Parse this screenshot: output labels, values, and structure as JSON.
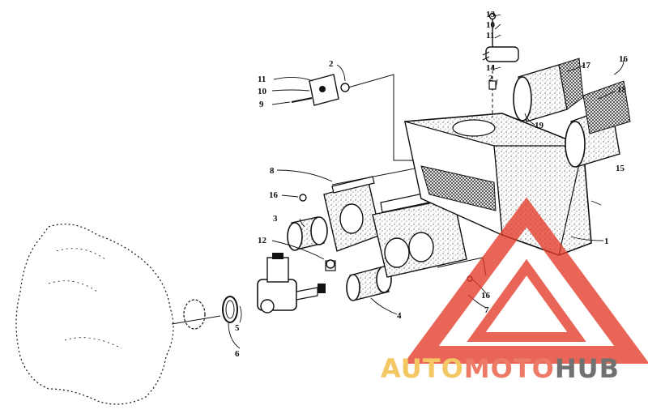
{
  "diagram": {
    "callouts": [
      "1",
      "2",
      "2",
      "3",
      "4",
      "5",
      "6",
      "7",
      "8",
      "9",
      "10",
      "10",
      "11",
      "11",
      "12",
      "13",
      "14",
      "15",
      "16",
      "16",
      "16",
      "17",
      "18",
      "19"
    ]
  },
  "watermark": {
    "part_auto": "AUTO",
    "part_moto": "MOTO",
    "part_hub": "HUB",
    "colors": {
      "auto": "#f2b83a",
      "moto": "#e8563c",
      "hub": "#4a4a4a",
      "triangle": "#e23a2a"
    }
  },
  "colors": {
    "ink": "#111111",
    "background": "#ffffff"
  }
}
